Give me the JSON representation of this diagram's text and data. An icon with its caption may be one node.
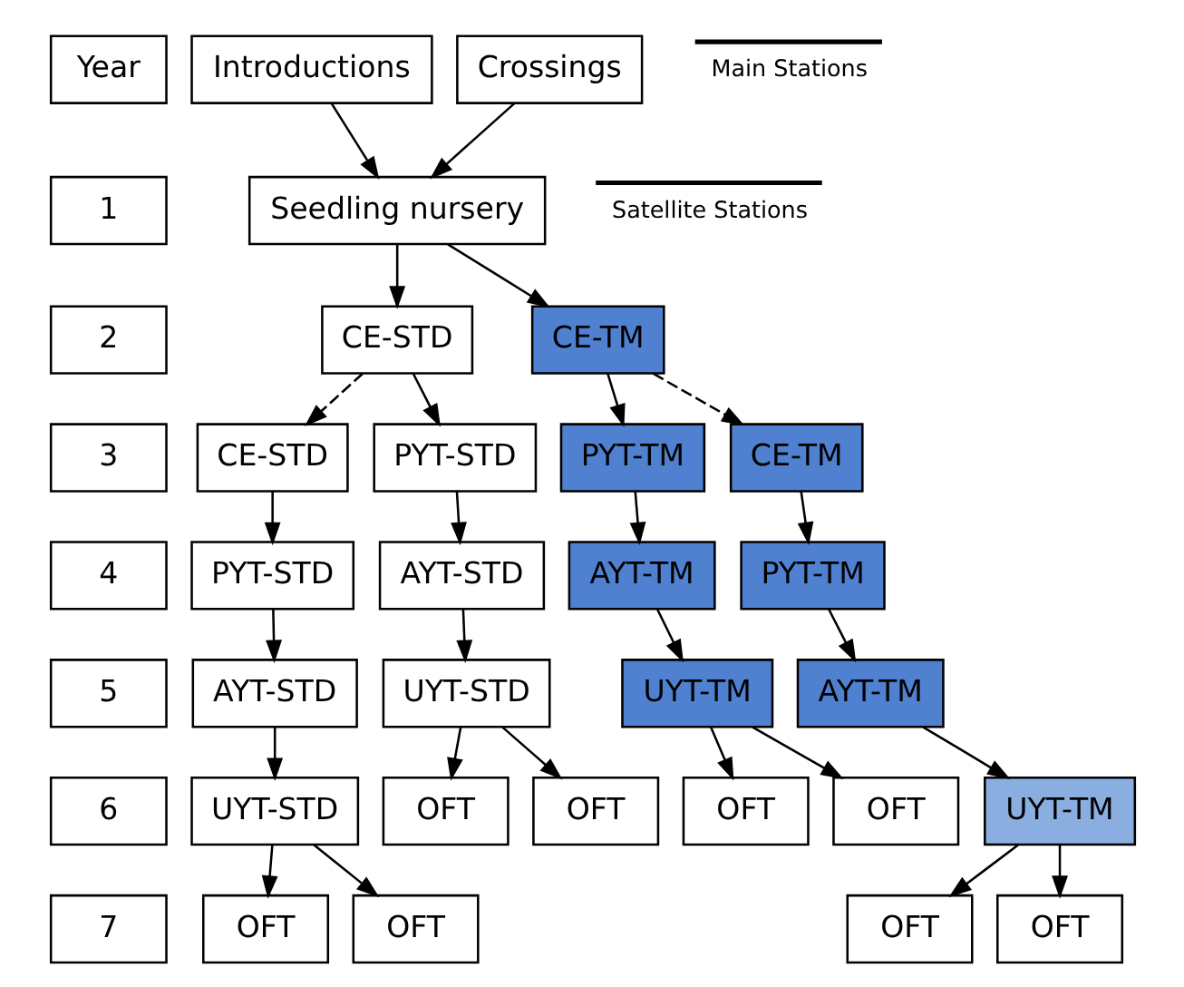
{
  "diagram": {
    "nodes": [
      {
        "text": [
          "Year"
        ]
      },
      {
        "text": [
          "Introductions"
        ]
      },
      {
        "text": [
          "Crossings"
        ]
      },
      {
        "text": [
          "1"
        ]
      },
      {
        "text": [
          "Seedling nursery"
        ]
      },
      {
        "text": [
          "2"
        ]
      },
      {
        "text": [
          "CE-STD"
        ]
      },
      {
        "text": [
          "CE-TM"
        ]
      },
      {
        "text": [
          "3"
        ]
      },
      {
        "text": [
          "CE-STD"
        ]
      },
      {
        "text": [
          "PYT-STD"
        ]
      },
      {
        "text": [
          "PYT-TM"
        ]
      },
      {
        "text": [
          "CE-TM"
        ]
      },
      {
        "text": [
          "4"
        ]
      },
      {
        "text": [
          "PYT-STD"
        ]
      },
      {
        "text": [
          "AYT-STD"
        ]
      },
      {
        "text": [
          "AYT-TM"
        ]
      },
      {
        "text": [
          "PYT-TM"
        ]
      },
      {
        "text": [
          "5"
        ]
      },
      {
        "text": [
          "AYT-STD"
        ]
      },
      {
        "text": [
          "UYT-STD"
        ]
      },
      {
        "text": [
          "UYT-TM"
        ]
      },
      {
        "text": [
          "AYT-TM"
        ]
      },
      {
        "text": [
          "6"
        ]
      },
      {
        "text": [
          "UYT-STD"
        ]
      },
      {
        "text": [
          "OFT"
        ]
      },
      {
        "text": [
          "OFT"
        ]
      },
      {
        "text": [
          "OFT"
        ]
      },
      {
        "text": [
          "OFT"
        ]
      },
      {
        "text": [
          "UYT-TM"
        ]
      },
      {
        "text": [
          "7"
        ]
      },
      {
        "text": [
          "OFT"
        ]
      },
      {
        "text": [
          "OFT"
        ]
      },
      {
        "text": [
          "OFT"
        ]
      },
      {
        "text": [
          "OFT"
        ]
      }
    ],
    "edges": [
      {
        "from": 1,
        "to": 4,
        "arrow": "to"
      },
      {
        "from": 2,
        "to": 4,
        "arrow": "to"
      },
      {
        "from": 4,
        "to": 6,
        "arrow": "to"
      },
      {
        "from": 4,
        "to": 7,
        "arrow": "to"
      },
      {
        "from": 6,
        "to": 9,
        "arrow": "to",
        "style": "dashed"
      },
      {
        "from": 6,
        "to": 10,
        "arrow": "to"
      },
      {
        "from": 7,
        "to": 11,
        "arrow": "to"
      },
      {
        "from": 7,
        "to": 12,
        "arrow": "to",
        "style": "dashed"
      },
      {
        "from": 9,
        "to": 14,
        "arrow": "to"
      },
      {
        "from": 10,
        "to": 15,
        "arrow": "to"
      },
      {
        "from": 11,
        "to": 16,
        "arrow": "to"
      },
      {
        "from": 12,
        "to": 17,
        "arrow": "to"
      },
      {
        "from": 14,
        "to": 19,
        "arrow": "to"
      },
      {
        "from": 15,
        "to": 20,
        "arrow": "to"
      },
      {
        "from": 16,
        "to": 21,
        "arrow": "to"
      },
      {
        "from": 17,
        "to": 22,
        "arrow": "to"
      },
      {
        "from": 19,
        "to": 24,
        "arrow": "to"
      },
      {
        "from": 20,
        "to": 25,
        "arrow": "to"
      },
      {
        "from": 20,
        "to": 26,
        "arrow": "to"
      },
      {
        "from": 21,
        "to": 27,
        "arrow": "to"
      },
      {
        "from": 21,
        "to": 28,
        "arrow": "to"
      },
      {
        "from": 22,
        "to": 29,
        "arrow": "to"
      },
      {
        "from": 24,
        "to": 31,
        "arrow": "to"
      },
      {
        "from": 24,
        "to": 32,
        "arrow": "to"
      },
      {
        "from": 29,
        "to": 33,
        "arrow": "to"
      },
      {
        "from": 29,
        "to": 34,
        "arrow": "to"
      }
    ],
    "legend": [
      {
        "text": "Main Stations"
      },
      {
        "text": "Satellite Stations"
      }
    ]
  }
}
